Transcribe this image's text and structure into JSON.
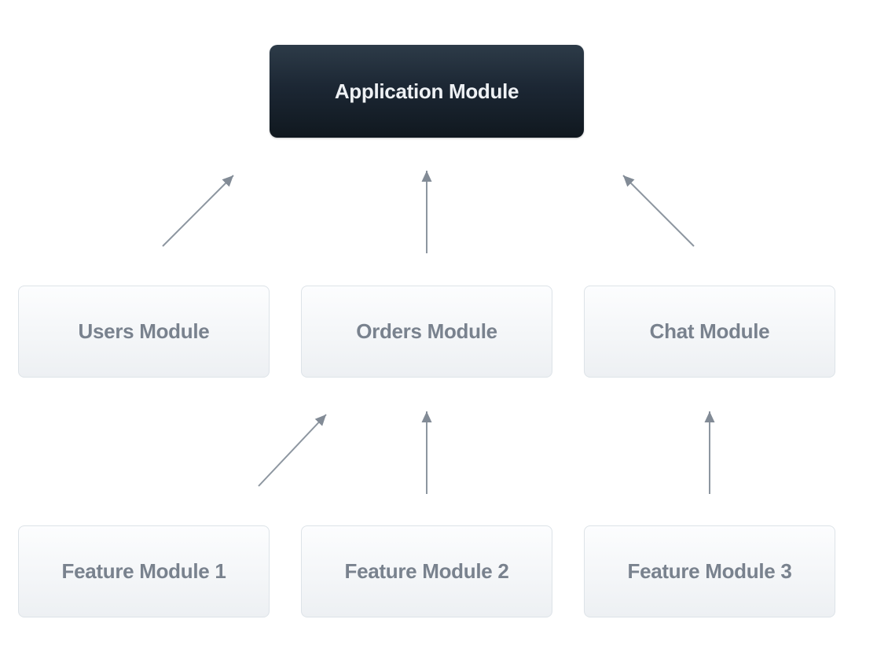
{
  "diagram": {
    "kind": "module-dependency-diagram",
    "colors": {
      "background": "#ffffff",
      "dark_node_gradient_top": "#2d3b48",
      "dark_node_gradient_bottom": "#10181f",
      "dark_node_text": "#eef1f4",
      "light_node_gradient_top": "#fcfdfe",
      "light_node_gradient_bottom": "#edf0f3",
      "light_node_border": "#dde3e8",
      "light_node_text": "#79828e",
      "arrow": "#8d96a0"
    },
    "nodes": [
      {
        "id": "application-module",
        "label": "Application Module",
        "variant": "dark",
        "row": "top"
      },
      {
        "id": "users-module",
        "label": "Users Module",
        "variant": "light",
        "row": "middle"
      },
      {
        "id": "orders-module",
        "label": "Orders Module",
        "variant": "light",
        "row": "middle"
      },
      {
        "id": "chat-module",
        "label": "Chat Module",
        "variant": "light",
        "row": "middle"
      },
      {
        "id": "feature-module-1",
        "label": "Feature Module 1",
        "variant": "light",
        "row": "bottom"
      },
      {
        "id": "feature-module-2",
        "label": "Feature Module 2",
        "variant": "light",
        "row": "bottom"
      },
      {
        "id": "feature-module-3",
        "label": "Feature Module 3",
        "variant": "light",
        "row": "bottom"
      }
    ],
    "edges": [
      {
        "from": "users-module",
        "to": "application-module"
      },
      {
        "from": "orders-module",
        "to": "application-module"
      },
      {
        "from": "chat-module",
        "to": "application-module"
      },
      {
        "from": "feature-module-1",
        "to": "orders-module"
      },
      {
        "from": "feature-module-2",
        "to": "orders-module"
      },
      {
        "from": "feature-module-3",
        "to": "chat-module"
      }
    ]
  }
}
